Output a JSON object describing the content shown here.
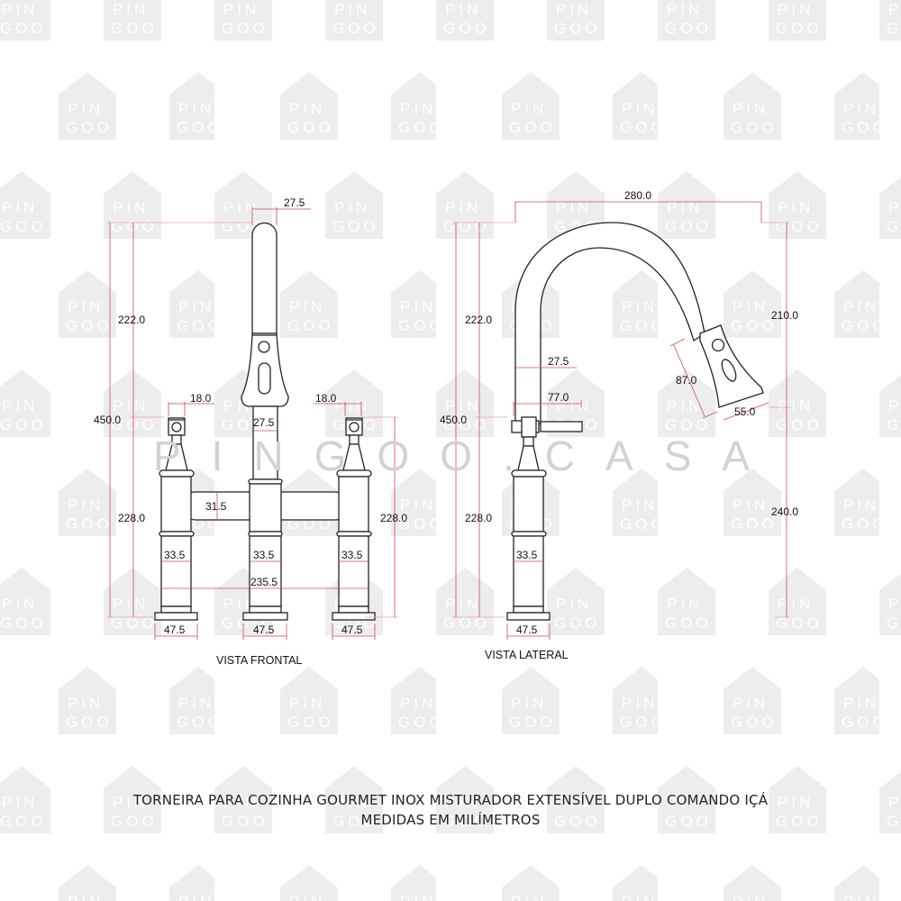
{
  "watermark": {
    "logo_text_line1": "PIN",
    "logo_text_line2": "GOO",
    "banner_text": "PINGOO.CASA",
    "color": "#ededed"
  },
  "front_view": {
    "label": "VISTA FRONTAL",
    "dims": {
      "spout_top_width": "27.5",
      "total_height": "450.0",
      "upper_height": "222.0",
      "lower_height_left": "228.0",
      "lower_height_right": "228.0",
      "handle_left_width": "18.0",
      "handle_right_width": "18.0",
      "stem_width": "27.5",
      "bridge_height": "31.5",
      "body_left": "33.5",
      "body_center": "33.5",
      "body_right": "33.5",
      "overall_width": "235.5",
      "base_left": "47.5",
      "base_center": "47.5",
      "base_right": "47.5"
    }
  },
  "side_view": {
    "label": "VISTA LATERAL",
    "dims": {
      "reach": "280.0",
      "total_height": "450.0",
      "upper_height": "222.0",
      "lower_height": "228.0",
      "spout_upper": "210.0",
      "spout_lower": "240.0",
      "stem_width": "27.5",
      "lever_length": "77.0",
      "body_width": "33.5",
      "base_width": "47.5",
      "head_length": "87.0",
      "head_width": "55.0"
    }
  },
  "title": {
    "line1": "TORNEIRA PARA COZINHA GOURMET INOX MISTURADOR EXTENSÍVEL DUPLO COMANDO IÇÁ",
    "line2": "MEDIDAS EM MILÍMETROS"
  },
  "colors": {
    "dimension_line": "#d24a4a",
    "outline": "#222222"
  }
}
